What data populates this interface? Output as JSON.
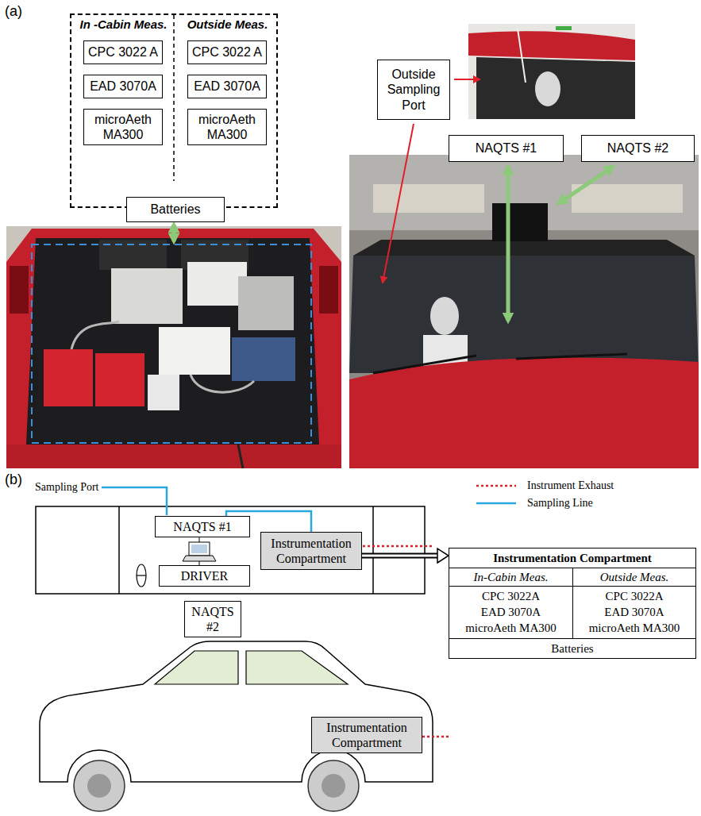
{
  "diagram": {
    "nodes": [
      {
        "text": [
          "In -Cabin Meas.",
          "Outside Meas."
        ]
      },
      {
        "text": [
          "CPC 3022 A"
        ],
        "in": 0
      },
      {
        "text": [
          "EAD 3070A"
        ],
        "in": 0
      },
      {
        "text": [
          "microAeth MA300"
        ],
        "in": 0
      },
      {
        "text": [
          "CPC 3022 A"
        ],
        "in": 0
      },
      {
        "text": [
          "EAD 3070A"
        ],
        "in": 0
      },
      {
        "text": [
          "microAeth MA300"
        ],
        "in": 0
      },
      {
        "text": [
          "Batteries"
        ],
        "in": 0
      },
      {
        "text": [
          "Outside Sampling Port"
        ]
      },
      {
        "text": [
          "NAQTS #1"
        ]
      },
      {
        "text": [
          "NAQTS #2"
        ]
      },
      {
        "text": [
          "NAQTS #1"
        ]
      },
      {
        "text": [
          "DRIVER"
        ]
      },
      {
        "text": [
          "Instrumentation Compartment"
        ]
      },
      {
        "text": [
          "Instrumentation Compartment"
        ]
      },
      {
        "text": [
          "In-Cabin Meas.",
          "CPC 3022A",
          "EAD 3070A",
          "microAeth MA300"
        ],
        "in": 14
      },
      {
        "text": [
          "Outside Meas.",
          "CPC 3022A",
          "EAD 3070A",
          "microAeth MA300"
        ],
        "in": 14
      },
      {
        "text": [
          "Batteries"
        ],
        "in": 14
      },
      {
        "text": [
          "NAQTS #2"
        ]
      },
      {
        "text": [
          "Instrumentation Compartment"
        ]
      }
    ],
    "edges": [
      {
        "from": 11,
        "to": 13,
        "arrow": "none"
      },
      {
        "from": 13,
        "to": 14,
        "arrow": "to"
      }
    ],
    "labels": [
      "(a)",
      "(b)",
      "Sampling Port"
    ],
    "legend": [
      {
        "text": "Instrument Exhaust"
      },
      {
        "text": "Sampling Line"
      }
    ]
  }
}
